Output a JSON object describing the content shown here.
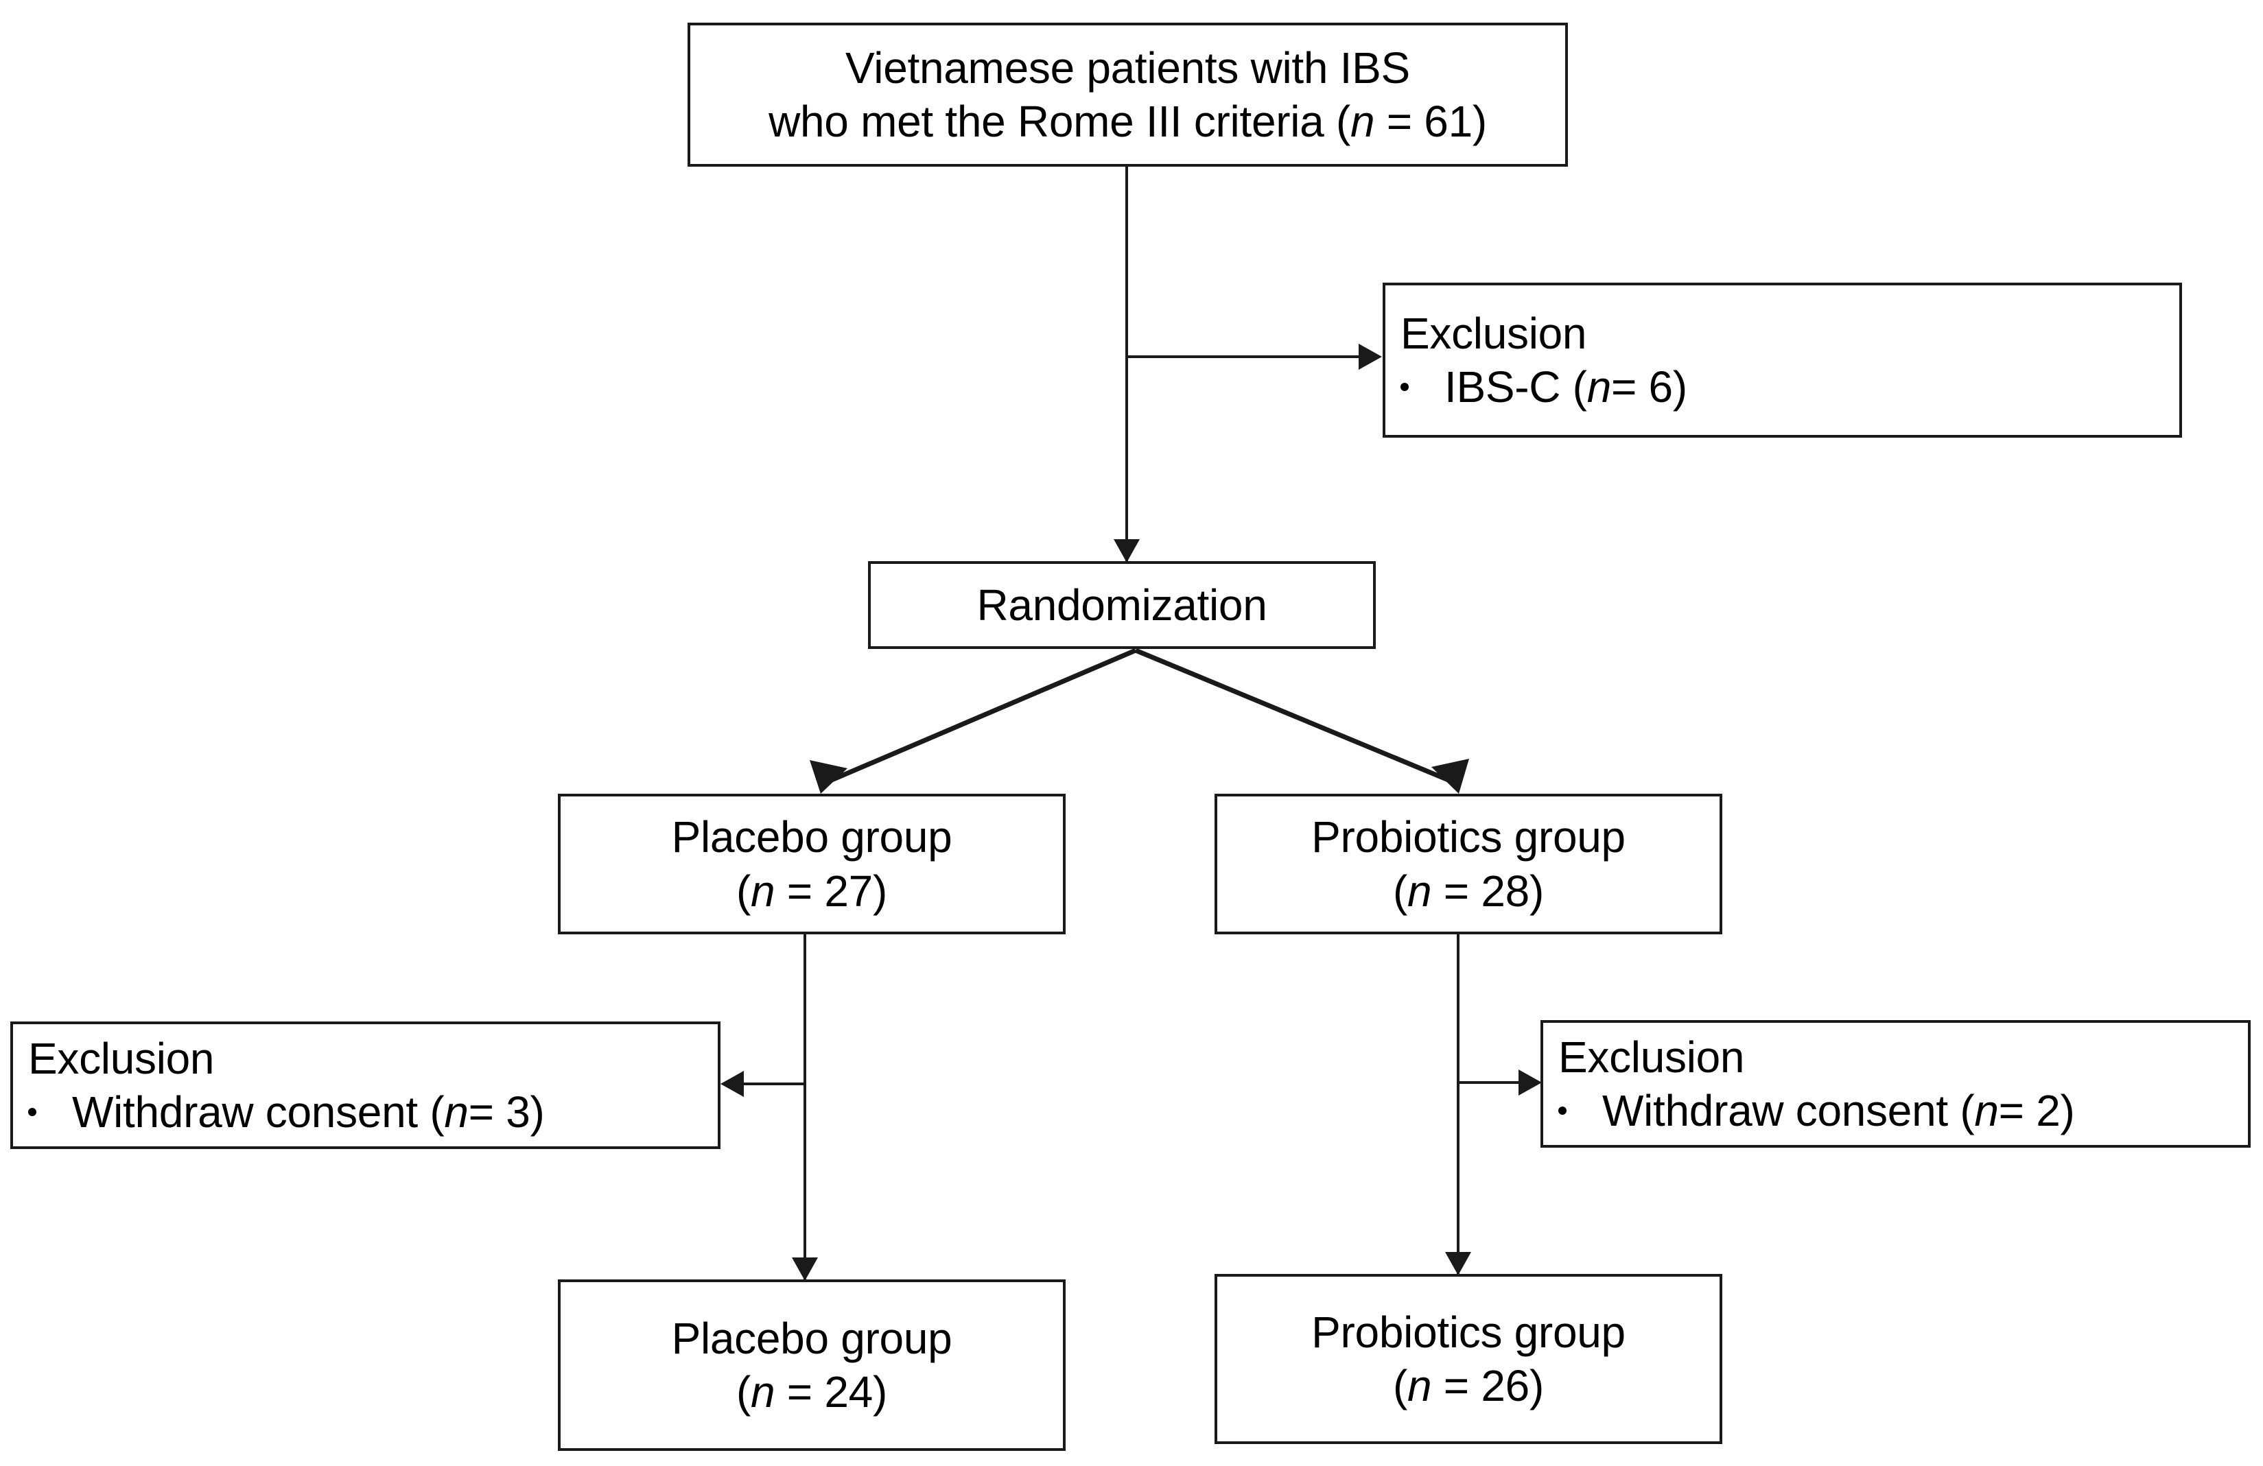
{
  "diagram": {
    "type": "flowchart",
    "title": "CONSORT-style participant flow diagram",
    "colors": {
      "stroke": "#1a1a1a",
      "background": "#ffffff",
      "text": "#000000"
    },
    "nodes": {
      "enrollment": {
        "name": "enrollment-box",
        "line1": "Vietnamese patients with  IBS",
        "line2_pre": "who met the Rome III criteria (",
        "line2_n": "n",
        "line2_post": " = 61)",
        "count": 61
      },
      "exclusion_screening": {
        "name": "exclusion-screening-box",
        "heading": "Exclusion",
        "bullet_pre": "IBS-C (",
        "bullet_n": "n",
        "bullet_post": " = 6)",
        "count": 6
      },
      "randomization": {
        "name": "randomization-box",
        "label": "Randomization"
      },
      "placebo_allocated": {
        "name": "placebo-allocated-box",
        "line1": "Placebo group",
        "line2_pre": "(",
        "line2_n": "n",
        "line2_post": " = 27)",
        "count": 27
      },
      "probiotics_allocated": {
        "name": "probiotics-allocated-box",
        "line1": "Probiotics group",
        "line2_pre": "(",
        "line2_n": "n",
        "line2_post": " = 28)",
        "count": 28
      },
      "exclusion_placebo": {
        "name": "exclusion-placebo-box",
        "heading": "Exclusion",
        "bullet_pre": "Withdraw consent (",
        "bullet_n": "n",
        "bullet_post": " = 3)",
        "count": 3
      },
      "exclusion_probiotics": {
        "name": "exclusion-probiotics-box",
        "heading": "Exclusion",
        "bullet_pre": "Withdraw consent (",
        "bullet_n": "n",
        "bullet_post": " = 2)",
        "count": 2
      },
      "placebo_analyzed": {
        "name": "placebo-analyzed-box",
        "line1": "Placebo group",
        "line2_pre": "(",
        "line2_n": "n",
        "line2_post": " = 24)",
        "count": 24
      },
      "probiotics_analyzed": {
        "name": "probiotics-analyzed-box",
        "line1": "Probiotics group",
        "line2_pre": "(",
        "line2_n": "n",
        "line2_post": " = 26)",
        "count": 26
      }
    },
    "edges": [
      {
        "from": "enrollment",
        "to": "exclusion_screening",
        "kind": "branch-right"
      },
      {
        "from": "enrollment",
        "to": "randomization",
        "kind": "down"
      },
      {
        "from": "randomization",
        "to": "placebo_allocated",
        "kind": "diagonal-left"
      },
      {
        "from": "randomization",
        "to": "probiotics_allocated",
        "kind": "diagonal-right"
      },
      {
        "from": "placebo_allocated",
        "to": "exclusion_placebo",
        "kind": "branch-left"
      },
      {
        "from": "placebo_allocated",
        "to": "placebo_analyzed",
        "kind": "down"
      },
      {
        "from": "probiotics_allocated",
        "to": "exclusion_probiotics",
        "kind": "branch-right"
      },
      {
        "from": "probiotics_allocated",
        "to": "probiotics_analyzed",
        "kind": "down"
      }
    ]
  }
}
